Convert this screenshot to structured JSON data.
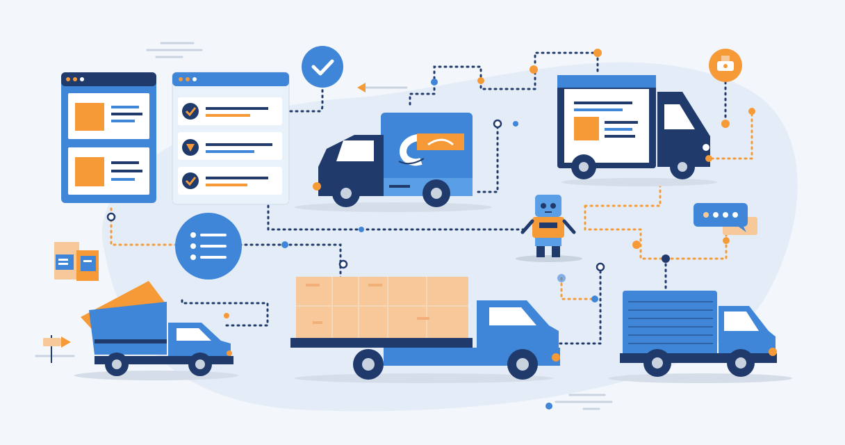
{
  "illustration": {
    "subject": "logistics-automation-workflow",
    "text_content": []
  },
  "colors": {
    "background": "#f3f7fb",
    "blob": "#e4edf7",
    "navy": "#1f3a6b",
    "blue": "#3f86d8",
    "blue_light": "#5a9ee6",
    "orange": "#f59a36",
    "peach": "#f7c89a",
    "white": "#ffffff",
    "gray_line": "#c9d3e0"
  },
  "icons": [
    "window-icon",
    "checklist-icon",
    "check-circle-icon",
    "list-circle-icon",
    "robot-icon",
    "chat-bubble-icon",
    "gear-badge-icon",
    "document-stack-icon",
    "arrow-flag-icon"
  ],
  "vehicles": [
    "dump-truck",
    "delivery-van",
    "flatbed-truck",
    "box-truck-screen",
    "cargo-truck"
  ]
}
